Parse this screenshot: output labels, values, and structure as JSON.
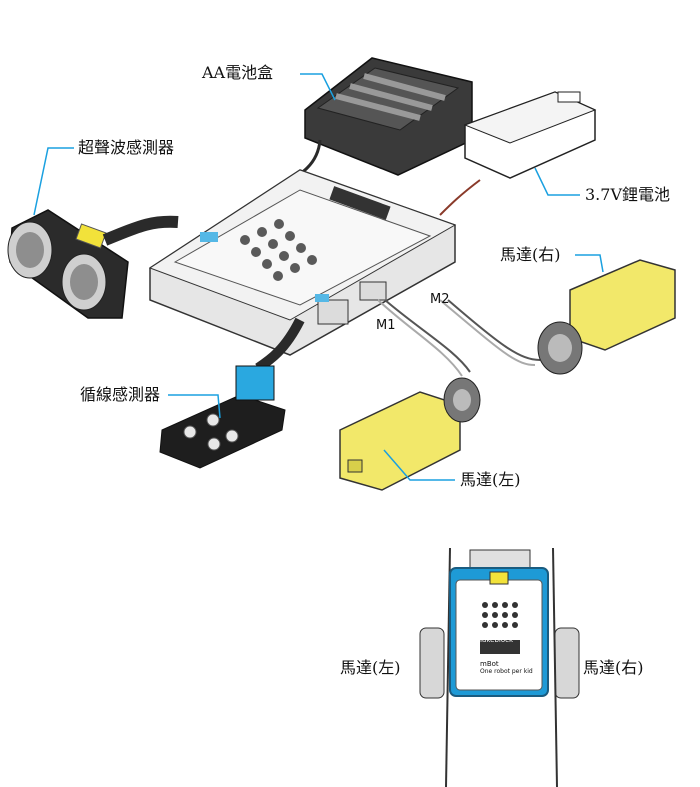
{
  "labels": {
    "aa_battery_box": "AA電池盒",
    "ultrasonic_sensor": "超聲波感測器",
    "lithium_battery": "3.7V鋰電池",
    "motor_right": "馬達(右)",
    "line_follower": "循線感測器",
    "motor_left": "馬達(左)",
    "port_m1": "M1",
    "port_m2": "M2"
  },
  "bottom_view": {
    "motor_left": "馬達(左)",
    "motor_right": "馬達(右)",
    "brand": "Makeblock",
    "product": "mBot",
    "tagline": "One robot per kid"
  },
  "colors": {
    "callout": "#1aa0e0",
    "motor_yellow": "#f2e86a",
    "board_blue": "#1e9ad6",
    "case_dark": "#3a3a3a",
    "sensor_blue": "#2aa8e0"
  }
}
